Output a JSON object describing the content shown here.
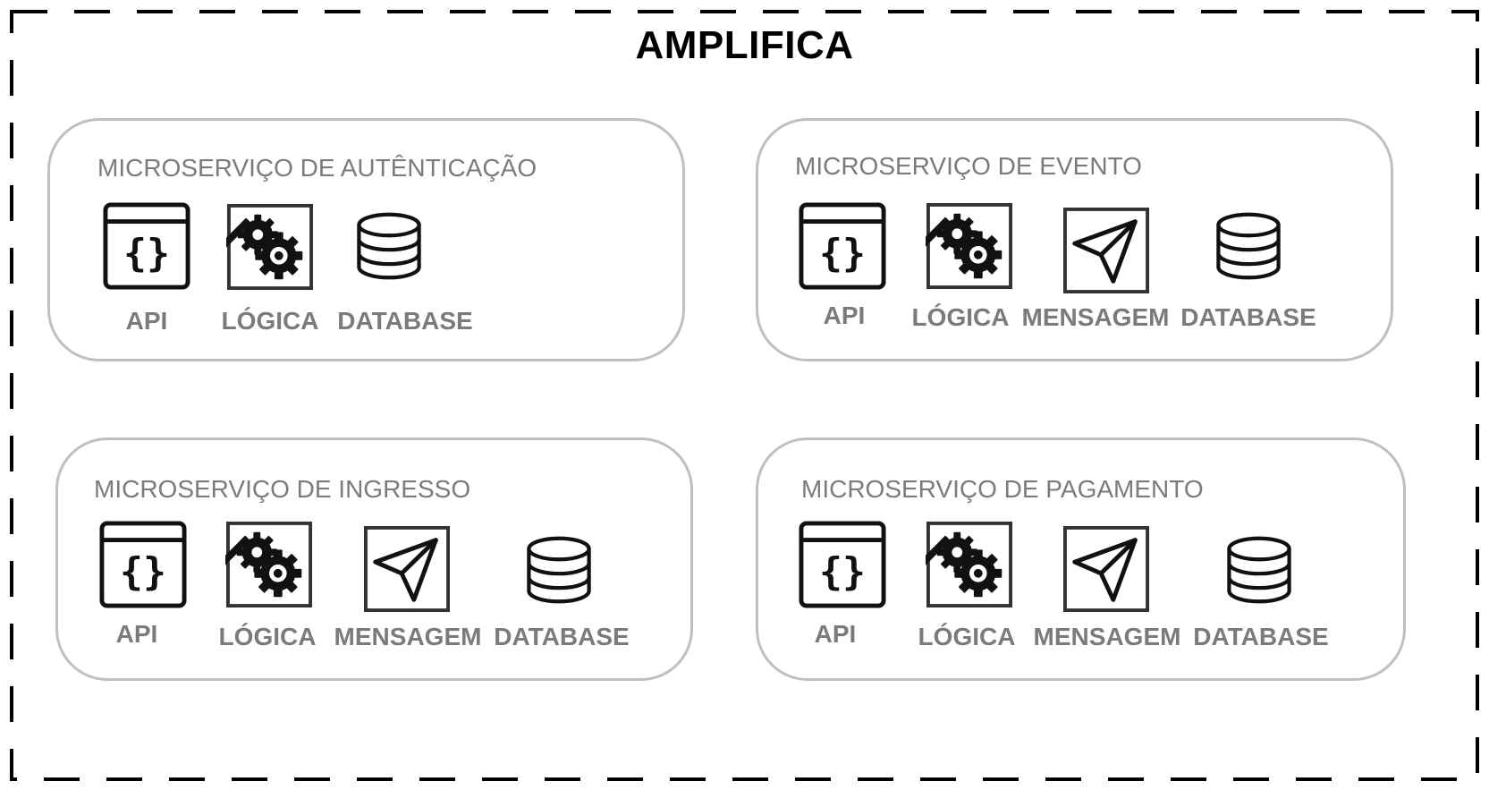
{
  "title": "AMPLIFICA",
  "panels": [
    {
      "title": "MICROSERVIÇO DE AUTÊNTICAÇÃO",
      "components": [
        {
          "label": "API",
          "icon": "api-braces-icon"
        },
        {
          "label": "LÓGICA",
          "icon": "gears-icon"
        },
        {
          "label": "DATABASE",
          "icon": "database-icon"
        }
      ]
    },
    {
      "title": "MICROSERVIÇO DE EVENTO",
      "components": [
        {
          "label": "API",
          "icon": "api-braces-icon"
        },
        {
          "label": "LÓGICA",
          "icon": "gears-icon"
        },
        {
          "label": "MENSAGEM",
          "icon": "paper-plane-icon"
        },
        {
          "label": "DATABASE",
          "icon": "database-icon"
        }
      ]
    },
    {
      "title": "MICROSERVIÇO DE INGRESSO",
      "components": [
        {
          "label": "API",
          "icon": "api-braces-icon"
        },
        {
          "label": "LÓGICA",
          "icon": "gears-icon"
        },
        {
          "label": "MENSAGEM",
          "icon": "paper-plane-icon"
        },
        {
          "label": "DATABASE",
          "icon": "database-icon"
        }
      ]
    },
    {
      "title": "MICROSERVIÇO DE PAGAMENTO",
      "components": [
        {
          "label": "API",
          "icon": "api-braces-icon"
        },
        {
          "label": "LÓGICA",
          "icon": "gears-icon"
        },
        {
          "label": "MENSAGEM",
          "icon": "paper-plane-icon"
        },
        {
          "label": "DATABASE",
          "icon": "database-icon"
        }
      ]
    }
  ]
}
